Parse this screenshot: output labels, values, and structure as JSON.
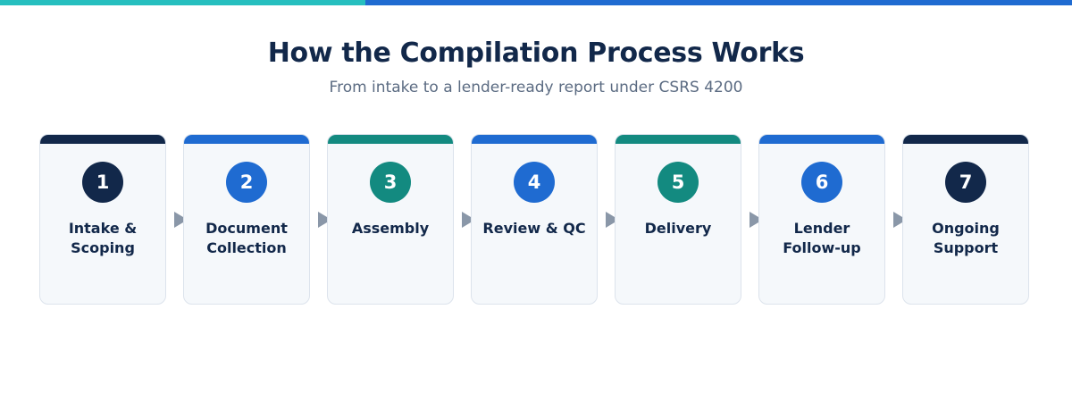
{
  "header": {
    "title": "How the Compilation Process Works",
    "subtitle": "From intake to a lender-ready report under CSRS 4200"
  },
  "colors": {
    "navy": "#12284a",
    "blue": "#1f6bd1",
    "teal": "#138a80",
    "accent_teal": "#26bfbf",
    "accent_blue": "#1f6bd1",
    "arrow": "#8a97a8"
  },
  "steps": [
    {
      "number": "1",
      "label": "Intake & Scoping",
      "color": "#12284a"
    },
    {
      "number": "2",
      "label": "Document Collection",
      "color": "#1f6bd1"
    },
    {
      "number": "3",
      "label": "Assembly",
      "color": "#138a80"
    },
    {
      "number": "4",
      "label": "Review & QC",
      "color": "#1f6bd1"
    },
    {
      "number": "5",
      "label": "Delivery",
      "color": "#138a80"
    },
    {
      "number": "6",
      "label": "Lender Follow-up",
      "color": "#1f6bd1"
    },
    {
      "number": "7",
      "label": "Ongoing Support",
      "color": "#12284a"
    }
  ],
  "icons": {
    "connector": "arrow-right-icon"
  }
}
